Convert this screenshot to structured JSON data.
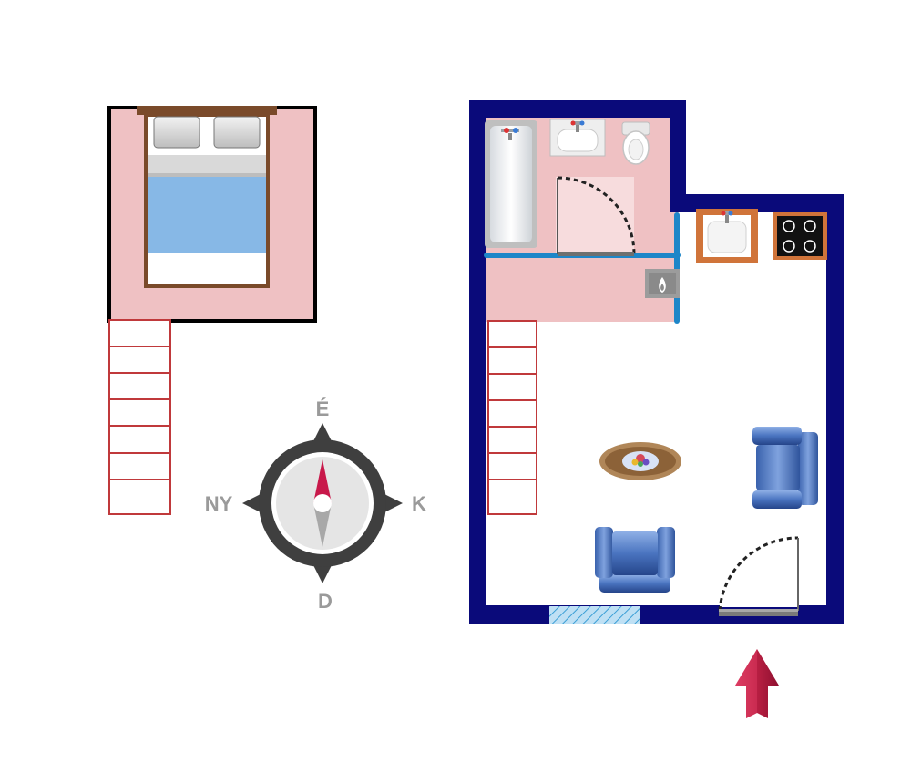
{
  "compass": {
    "north": "É",
    "south": "D",
    "east": "K",
    "west": "NY"
  },
  "colors": {
    "wall": "#0a0a7a",
    "floor_pink": "#efc1c3",
    "stair_red": "#c0393b",
    "water_pipe": "#1e86c8",
    "bed_sheet": "#87b8e6",
    "bed_frame": "#7a4a2a",
    "armchair": "#4f79c2",
    "entrance_arrow": "#c8284a",
    "compass_needle": "#c8184a",
    "kitchen_counter": "#d0743a"
  },
  "icons": [
    "bed-icon",
    "bathtub-icon",
    "sink-icon",
    "toilet-icon",
    "boiler-icon",
    "kitchen-sink-icon",
    "cooktop-icon",
    "coffee-table-icon",
    "armchair-icon",
    "stairs-icon",
    "compass-icon",
    "entrance-arrow-icon",
    "window-icon",
    "door-icon"
  ]
}
